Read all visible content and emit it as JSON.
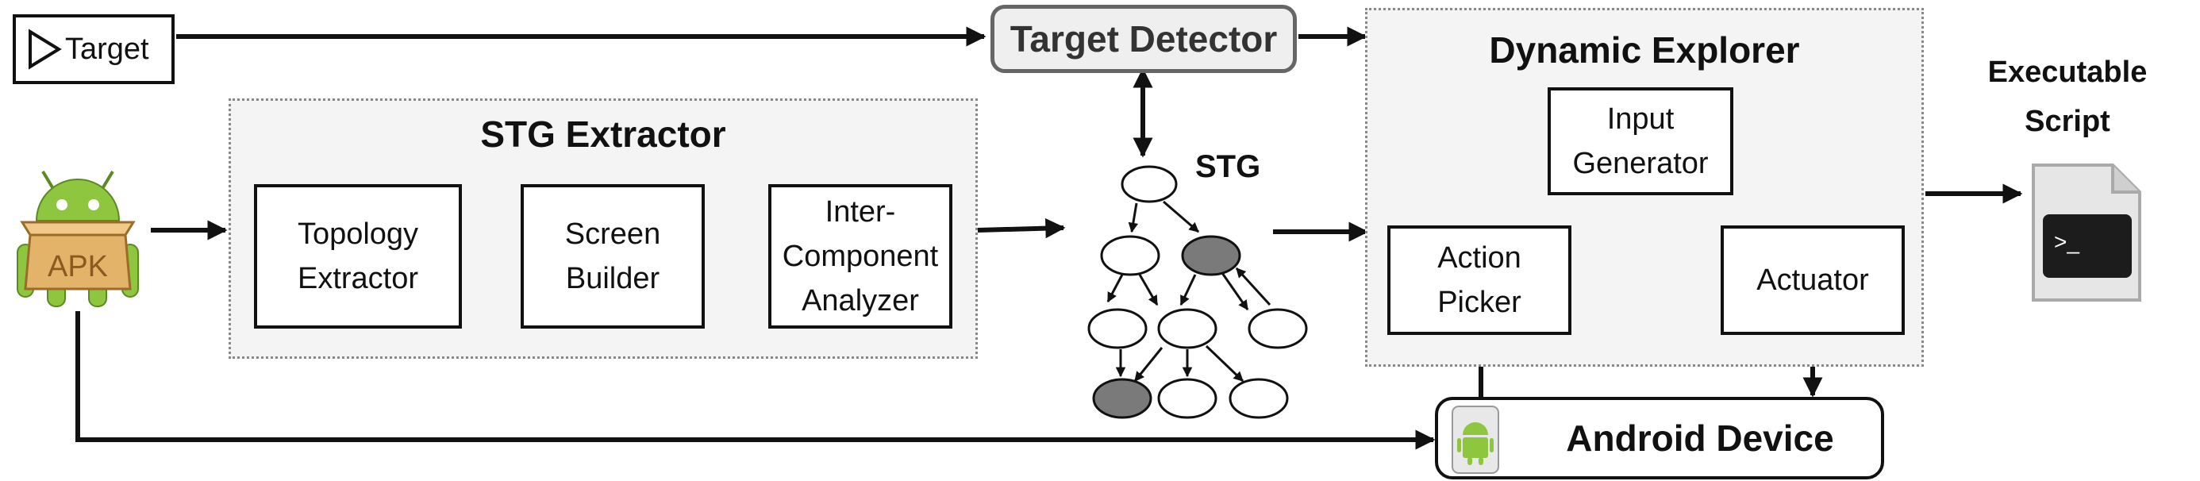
{
  "inputs": {
    "target_label": "Target",
    "apk_label": "APK"
  },
  "target_detector": {
    "label": "Target Detector"
  },
  "stg_extractor": {
    "title": "STG Extractor",
    "topology_extractor": "Topology\nExtractor",
    "screen_builder": "Screen\nBuilder",
    "inter_component_analyzer": "Inter-\nComponent\nAnalyzer"
  },
  "stg": {
    "label": "STG"
  },
  "dynamic_explorer": {
    "title": "Dynamic Explorer",
    "input_generator": "Input\nGenerator",
    "action_picker": "Action\nPicker",
    "actuator": "Actuator"
  },
  "android_device": {
    "label": "Android Device"
  },
  "output": {
    "label": "Executable\nScript",
    "prompt_glyph": ">_"
  },
  "colors": {
    "line": "#111111",
    "group_fill": "#f4f4f4",
    "node_filled": "#7a7a7a",
    "android_green": "#8ec63f"
  },
  "icons": [
    "triangle-play-icon",
    "android-apk-icon",
    "android-icon",
    "script-file-icon"
  ]
}
